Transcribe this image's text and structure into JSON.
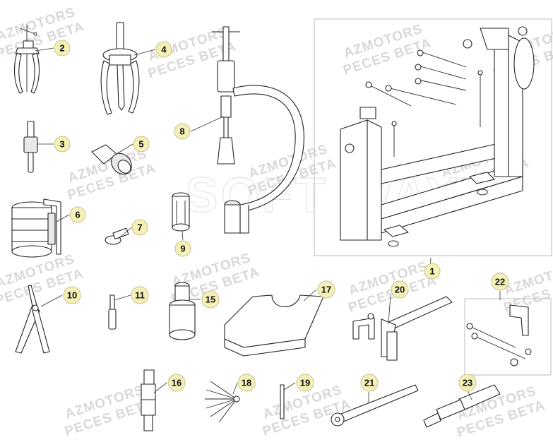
{
  "watermark": {
    "line1": "AZMOTORS",
    "line2": "PECES BETA",
    "big": "SOFT WAY"
  },
  "callouts": [
    {
      "id": "1",
      "label": "1"
    },
    {
      "id": "2",
      "label": "2"
    },
    {
      "id": "3",
      "label": "3"
    },
    {
      "id": "4",
      "label": "4"
    },
    {
      "id": "5",
      "label": "5"
    },
    {
      "id": "6",
      "label": "6"
    },
    {
      "id": "7",
      "label": "7"
    },
    {
      "id": "8",
      "label": "8"
    },
    {
      "id": "9",
      "label": "9"
    },
    {
      "id": "10",
      "label": "10"
    },
    {
      "id": "11",
      "label": "11"
    },
    {
      "id": "15",
      "label": "15"
    },
    {
      "id": "16",
      "label": "16"
    },
    {
      "id": "17",
      "label": "17"
    },
    {
      "id": "18",
      "label": "18"
    },
    {
      "id": "19",
      "label": "19"
    },
    {
      "id": "20",
      "label": "20"
    },
    {
      "id": "21",
      "label": "21"
    },
    {
      "id": "22",
      "label": "22"
    },
    {
      "id": "23",
      "label": "23"
    }
  ],
  "colors": {
    "callout_fill": "#f4f0b8",
    "watermark": "#d8d8d8",
    "line": "#222222"
  }
}
